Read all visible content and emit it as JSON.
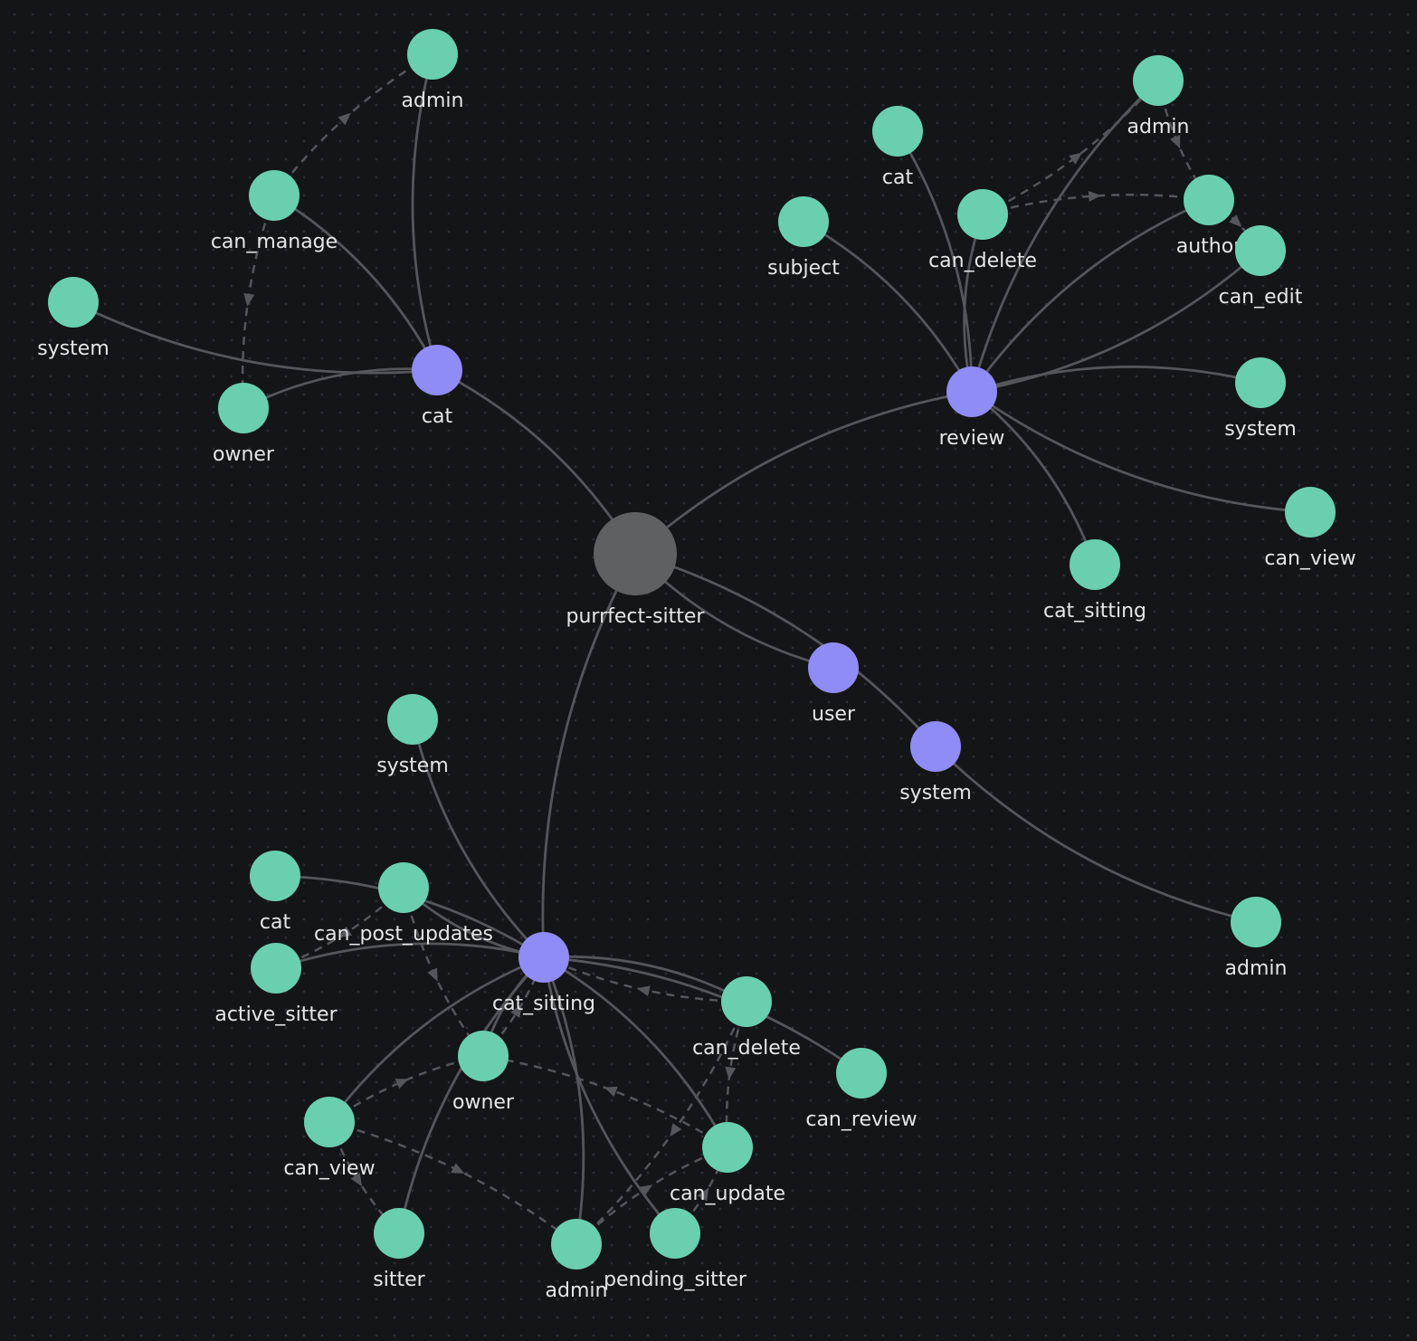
{
  "colors": {
    "background": "#141517",
    "root": "#5f6062",
    "type": "#8f8cf5",
    "relation": "#6acfae",
    "edge": "#555659",
    "label": "#e6e6e6"
  },
  "nodes": [
    {
      "id": "root",
      "label": "purrfect-sitter",
      "kind": "root"
    },
    {
      "id": "cat",
      "label": "cat",
      "kind": "type"
    },
    {
      "id": "cat.admin",
      "label": "admin",
      "kind": "relation"
    },
    {
      "id": "cat.can_manage",
      "label": "can_manage",
      "kind": "relation"
    },
    {
      "id": "cat.system",
      "label": "system",
      "kind": "relation"
    },
    {
      "id": "cat.owner",
      "label": "owner",
      "kind": "relation"
    },
    {
      "id": "review",
      "label": "review",
      "kind": "type"
    },
    {
      "id": "review.admin",
      "label": "admin",
      "kind": "relation"
    },
    {
      "id": "review.cat",
      "label": "cat",
      "kind": "relation"
    },
    {
      "id": "review.can_delete",
      "label": "can_delete",
      "kind": "relation"
    },
    {
      "id": "review.subject",
      "label": "subject",
      "kind": "relation"
    },
    {
      "id": "review.author",
      "label": "author",
      "kind": "relation"
    },
    {
      "id": "review.can_edit",
      "label": "can_edit",
      "kind": "relation"
    },
    {
      "id": "review.system",
      "label": "system",
      "kind": "relation"
    },
    {
      "id": "review.can_view",
      "label": "can_view",
      "kind": "relation"
    },
    {
      "id": "review.cat_sitting",
      "label": "cat_sitting",
      "kind": "relation"
    },
    {
      "id": "user",
      "label": "user",
      "kind": "type"
    },
    {
      "id": "system",
      "label": "system",
      "kind": "type"
    },
    {
      "id": "system.admin",
      "label": "admin",
      "kind": "relation"
    },
    {
      "id": "cat_sitting",
      "label": "cat_sitting",
      "kind": "type"
    },
    {
      "id": "cs.system",
      "label": "system",
      "kind": "relation"
    },
    {
      "id": "cs.cat",
      "label": "cat",
      "kind": "relation"
    },
    {
      "id": "cs.can_post_updates",
      "label": "can_post_updates",
      "kind": "relation"
    },
    {
      "id": "cs.active_sitter",
      "label": "active_sitter",
      "kind": "relation"
    },
    {
      "id": "cs.can_delete",
      "label": "can_delete",
      "kind": "relation"
    },
    {
      "id": "cs.owner",
      "label": "owner",
      "kind": "relation"
    },
    {
      "id": "cs.can_review",
      "label": "can_review",
      "kind": "relation"
    },
    {
      "id": "cs.can_view",
      "label": "can_view",
      "kind": "relation"
    },
    {
      "id": "cs.can_update",
      "label": "can_update",
      "kind": "relation"
    },
    {
      "id": "cs.sitter",
      "label": "sitter",
      "kind": "relation"
    },
    {
      "id": "cs.admin",
      "label": "admin",
      "kind": "relation"
    },
    {
      "id": "cs.pending_sitter",
      "label": "pending_sitter",
      "kind": "relation"
    }
  ],
  "edges": [
    {
      "from": "root",
      "to": "cat",
      "style": "solid"
    },
    {
      "from": "root",
      "to": "review",
      "style": "solid"
    },
    {
      "from": "root",
      "to": "user",
      "style": "solid"
    },
    {
      "from": "root",
      "to": "system",
      "style": "solid"
    },
    {
      "from": "root",
      "to": "cat_sitting",
      "style": "solid"
    },
    {
      "from": "cat",
      "to": "cat.admin",
      "style": "solid"
    },
    {
      "from": "cat",
      "to": "cat.can_manage",
      "style": "solid"
    },
    {
      "from": "cat",
      "to": "cat.system",
      "style": "solid"
    },
    {
      "from": "cat",
      "to": "cat.owner",
      "style": "solid"
    },
    {
      "from": "cat.can_manage",
      "to": "cat.admin",
      "style": "dashed"
    },
    {
      "from": "cat.can_manage",
      "to": "cat.owner",
      "style": "dashed"
    },
    {
      "from": "review",
      "to": "review.admin",
      "style": "solid"
    },
    {
      "from": "review",
      "to": "review.cat",
      "style": "solid"
    },
    {
      "from": "review",
      "to": "review.can_delete",
      "style": "solid"
    },
    {
      "from": "review",
      "to": "review.subject",
      "style": "solid"
    },
    {
      "from": "review",
      "to": "review.author",
      "style": "solid"
    },
    {
      "from": "review",
      "to": "review.can_edit",
      "style": "solid"
    },
    {
      "from": "review",
      "to": "review.system",
      "style": "solid"
    },
    {
      "from": "review",
      "to": "review.can_view",
      "style": "solid"
    },
    {
      "from": "review",
      "to": "review.cat_sitting",
      "style": "solid"
    },
    {
      "from": "review.can_delete",
      "to": "review.admin",
      "style": "dashed"
    },
    {
      "from": "review.can_delete",
      "to": "review.author",
      "style": "dashed"
    },
    {
      "from": "review.admin",
      "to": "review.author",
      "style": "dashed"
    },
    {
      "from": "review.author",
      "to": "review.can_edit",
      "style": "dashed"
    },
    {
      "from": "system",
      "to": "system.admin",
      "style": "solid"
    },
    {
      "from": "cat_sitting",
      "to": "cs.system",
      "style": "solid"
    },
    {
      "from": "cat_sitting",
      "to": "cs.cat",
      "style": "solid"
    },
    {
      "from": "cat_sitting",
      "to": "cs.can_post_updates",
      "style": "solid"
    },
    {
      "from": "cat_sitting",
      "to": "cs.active_sitter",
      "style": "solid"
    },
    {
      "from": "cat_sitting",
      "to": "cs.can_delete",
      "style": "solid"
    },
    {
      "from": "cat_sitting",
      "to": "cs.owner",
      "style": "solid"
    },
    {
      "from": "cat_sitting",
      "to": "cs.can_review",
      "style": "solid"
    },
    {
      "from": "cat_sitting",
      "to": "cs.can_view",
      "style": "solid"
    },
    {
      "from": "cat_sitting",
      "to": "cs.can_update",
      "style": "solid"
    },
    {
      "from": "cat_sitting",
      "to": "cs.sitter",
      "style": "solid"
    },
    {
      "from": "cat_sitting",
      "to": "cs.admin",
      "style": "solid"
    },
    {
      "from": "cat_sitting",
      "to": "cs.pending_sitter",
      "style": "solid"
    },
    {
      "from": "cs.can_post_updates",
      "to": "cs.active_sitter",
      "style": "dashed"
    },
    {
      "from": "cs.can_post_updates",
      "to": "cs.owner",
      "style": "dashed"
    },
    {
      "from": "cs.can_delete",
      "to": "cat_sitting",
      "style": "dashed"
    },
    {
      "from": "cs.can_delete",
      "to": "cs.can_update",
      "style": "dashed"
    },
    {
      "from": "cs.can_delete",
      "to": "cs.admin",
      "style": "dashed"
    },
    {
      "from": "cs.owner",
      "to": "cat_sitting",
      "style": "dashed"
    },
    {
      "from": "cs.can_view",
      "to": "cs.owner",
      "style": "dashed"
    },
    {
      "from": "cs.can_view",
      "to": "cs.sitter",
      "style": "dashed"
    },
    {
      "from": "cs.can_view",
      "to": "cs.admin",
      "style": "dashed"
    },
    {
      "from": "cs.can_update",
      "to": "cs.owner",
      "style": "dashed"
    },
    {
      "from": "cs.admin",
      "to": "cs.can_update",
      "style": "dashed"
    },
    {
      "from": "cs.pending_sitter",
      "to": "cs.can_update",
      "style": "dashed"
    }
  ]
}
